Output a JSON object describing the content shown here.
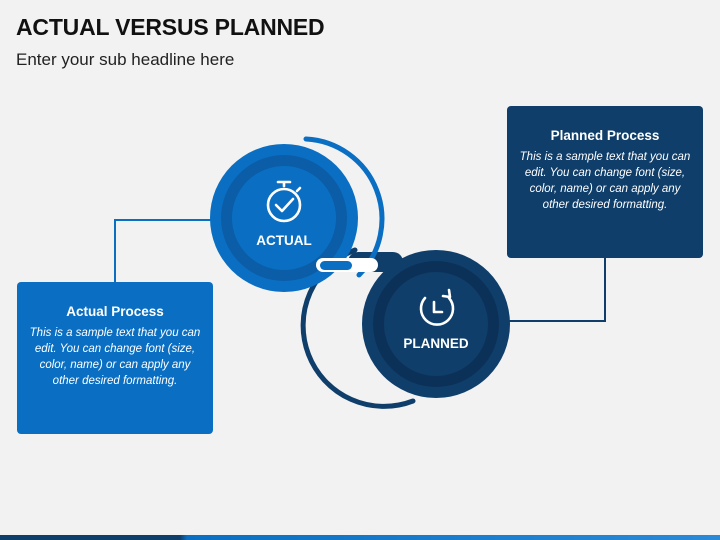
{
  "title": "ACTUAL VERSUS PLANNED",
  "subtitle": "Enter your sub headline here",
  "colors": {
    "actual_blue": "#0a6fc2",
    "actual_dark": "#0b5da8",
    "planned_navy": "#0f3e6b",
    "planned_dark": "#0c3158"
  },
  "actual": {
    "circle_label": "ACTUAL",
    "icon": "stopwatch-check-icon",
    "box_title": "Actual Process",
    "box_text": "This is a sample text that you can edit. You can change font (size, color, name) or can apply any other desired formatting."
  },
  "planned": {
    "circle_label": "PLANNED",
    "icon": "clock-refresh-icon",
    "box_title": "Planned Process",
    "box_text": "This is a sample text that you can edit. You can change font (size, color, name) or can apply any other desired formatting."
  }
}
